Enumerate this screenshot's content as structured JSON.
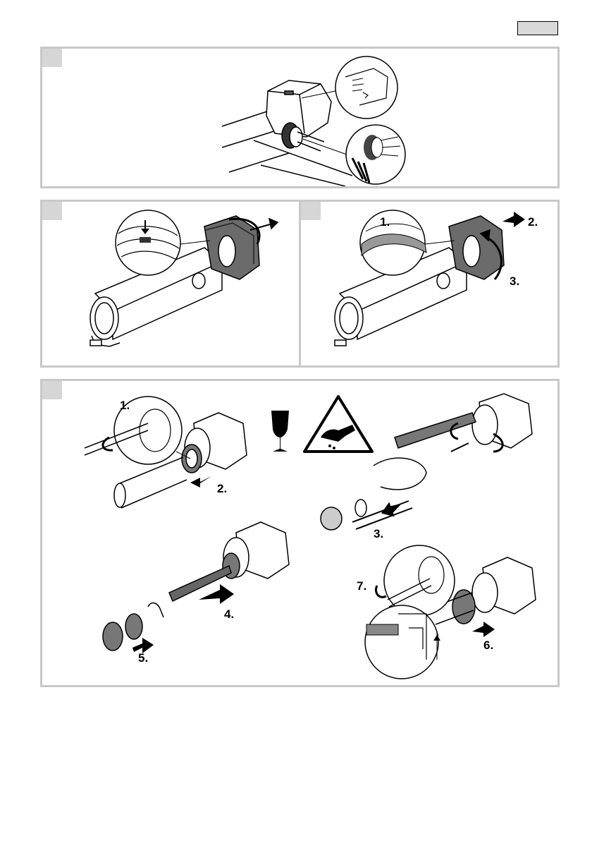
{
  "page": {
    "colors": {
      "panel_border": "#c8c8c8",
      "panel_tab": "#d6d6d6",
      "lang_tab": "#d9d9d9",
      "dark_part": "#6b6b6b"
    }
  },
  "panel3": {
    "labels": [
      "1.",
      "2.",
      "3."
    ]
  },
  "panel4": {
    "labels": [
      "1.",
      "2.",
      "3.",
      "4.",
      "5.",
      "6.",
      "7."
    ]
  },
  "icons": [
    "fragile-glass-icon",
    "cut-hazard-warning-icon"
  ]
}
